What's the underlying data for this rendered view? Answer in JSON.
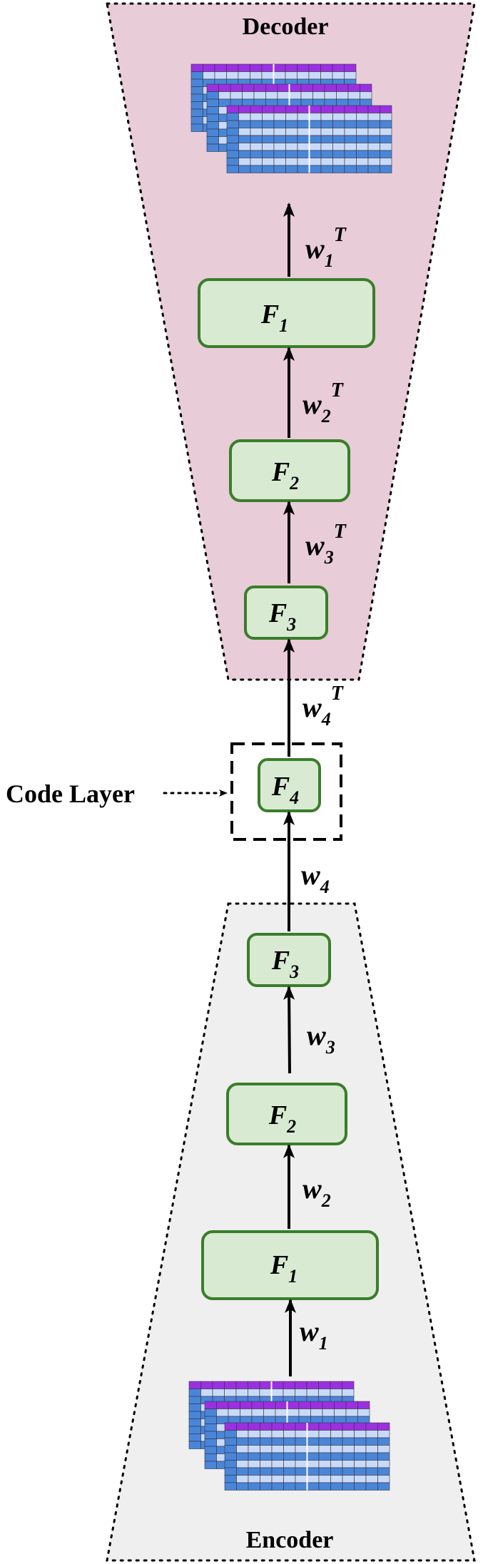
{
  "decoder": {
    "title": "Decoder",
    "layers": [
      {
        "label": "F",
        "sub": "1",
        "weight": "w",
        "weight_sub": "1",
        "weight_sup": "T"
      },
      {
        "label": "F",
        "sub": "2",
        "weight": "w",
        "weight_sub": "2",
        "weight_sup": "T"
      },
      {
        "label": "F",
        "sub": "3",
        "weight": "w",
        "weight_sub": "3",
        "weight_sup": "T"
      }
    ],
    "input_weight": {
      "weight": "w",
      "weight_sub": "4",
      "weight_sup": "T"
    }
  },
  "code_layer": {
    "label": "Code Layer",
    "node": {
      "label": "F",
      "sub": "4"
    }
  },
  "encoder": {
    "title": "Encoder",
    "layers": [
      {
        "label": "F",
        "sub": "3",
        "weight": "w",
        "weight_sub": "4"
      },
      {
        "label": "F",
        "sub": "2",
        "weight": "w",
        "weight_sub": "3"
      },
      {
        "label": "F",
        "sub": "1",
        "weight": "w",
        "weight_sub": "2"
      }
    ],
    "input_weight": {
      "weight": "w",
      "weight_sub": "1"
    }
  },
  "colors": {
    "decoder_bg": "#e8ccd8",
    "encoder_bg": "#efefef",
    "node_fill": "#d9ead3",
    "node_stroke": "#3a7d2a",
    "grid_header": "#9b30e0",
    "grid_blue": "#4a86d8",
    "grid_light": "#c9daf8"
  }
}
